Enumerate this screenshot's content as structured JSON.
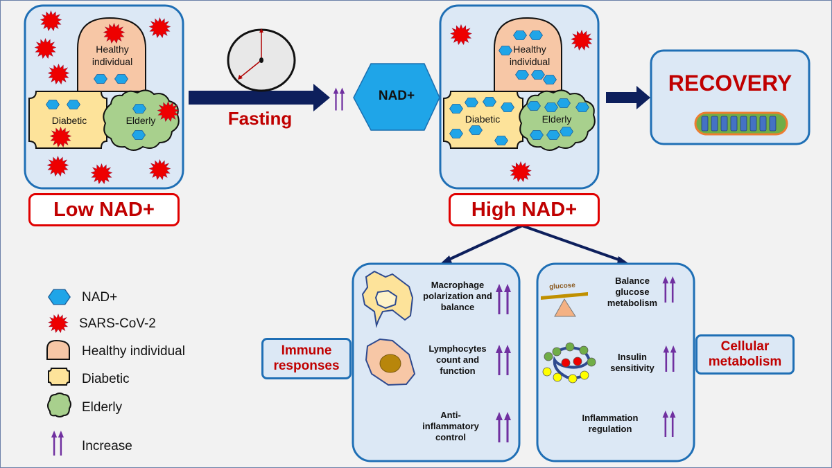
{
  "colors": {
    "panel_fill": "#dce8f5",
    "panel_border": "#1f6fb5",
    "arrow": "#0d1f5c",
    "increase_arrow": "#7030a0",
    "title_red": "#c00000",
    "nad_hexagon": "#1fa5e8",
    "virus": "#ee0000",
    "healthy": "#f7c7a6",
    "diabetic": "#fde39a",
    "elderly": "#a8d08d"
  },
  "low_panel": {
    "healthy_label": "Healthy individual",
    "diabetic_label": "Diabetic",
    "elderly_label": "Elderly",
    "tag": "Low NAD+"
  },
  "fasting": {
    "label": "Fasting",
    "clock_icon": "clock-icon"
  },
  "nad_hexagon": {
    "label": "NAD+"
  },
  "high_panel": {
    "healthy_label": "Healthy individual",
    "diabetic_label": "Diabetic",
    "elderly_label": "Elderly",
    "tag": "High NAD+"
  },
  "recovery": {
    "label": "RECOVERY",
    "icon": "mitochondrion-icon"
  },
  "immune": {
    "category": "Immune responses",
    "items": [
      {
        "label": "Macrophage polarization and balance",
        "icon": "macrophage-icon",
        "effect": "increase"
      },
      {
        "label": "Lymphocytes count and function",
        "icon": "lymphocyte-icon",
        "effect": "increase"
      },
      {
        "label": "Anti-inflammatory control",
        "icon": "",
        "effect": "increase"
      }
    ]
  },
  "metabolism": {
    "category": "Cellular metabolism",
    "glucose_label": "glucose",
    "items": [
      {
        "label": "Balance glucose metabolism",
        "icon": "glucose-balance-icon",
        "effect": "increase"
      },
      {
        "label": "Insulin sensitivity",
        "icon": "insulin-chain-icon",
        "effect": "increase"
      },
      {
        "label": "Inflammation regulation",
        "icon": "",
        "effect": "increase"
      }
    ]
  },
  "legend": [
    {
      "icon": "nad-hexagon-icon",
      "label": "NAD+"
    },
    {
      "icon": "virus-icon",
      "label": "SARS-CoV-2"
    },
    {
      "icon": "healthy-shape-icon",
      "label": "Healthy individual"
    },
    {
      "icon": "diabetic-shape-icon",
      "label": "Diabetic"
    },
    {
      "icon": "elderly-shape-icon",
      "label": "Elderly"
    },
    {
      "icon": "increase-arrows-icon",
      "label": "Increase"
    }
  ]
}
